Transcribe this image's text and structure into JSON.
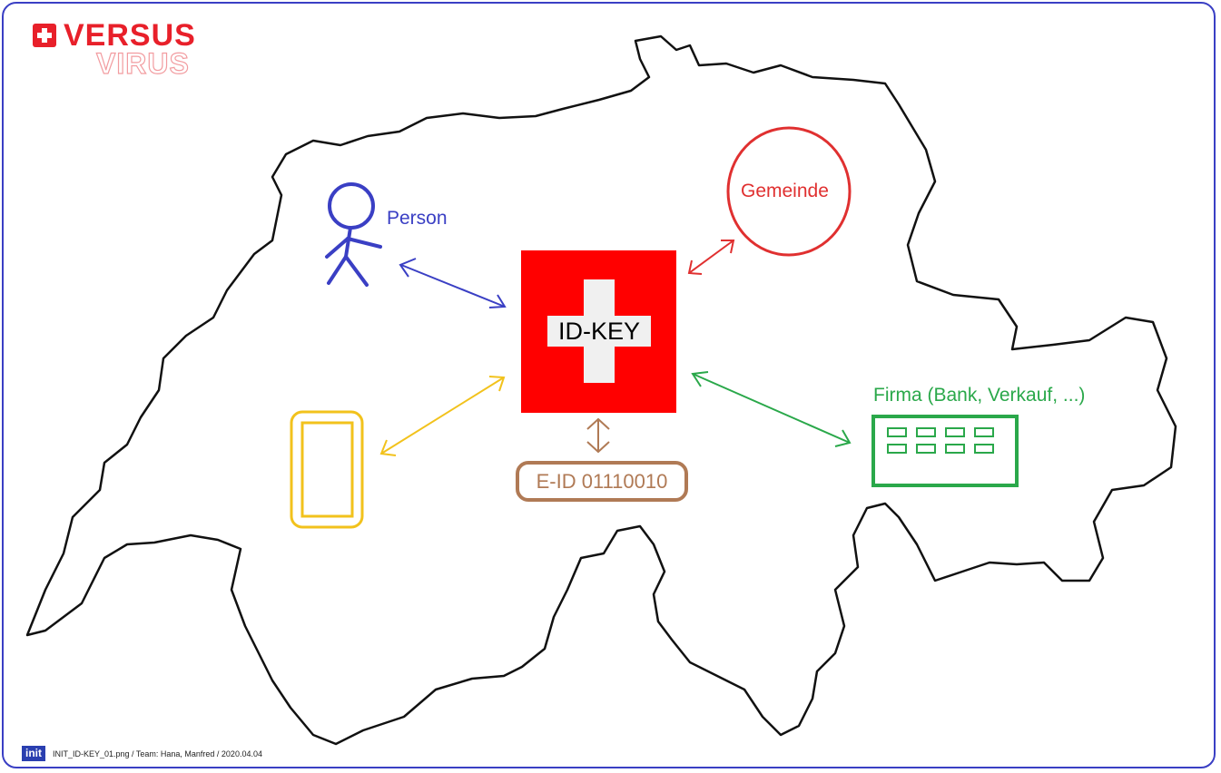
{
  "logo": {
    "versus": "VERSUS",
    "virus": "VIRUS"
  },
  "nodes": {
    "person": "Person",
    "gemeinde": "Gemeinde",
    "idkey": "ID-KEY",
    "eid": "E-ID 01110010",
    "firma": "Firma (Bank, Verkauf, ...)"
  },
  "footer": {
    "logo_text": "init",
    "caption": "INIT_ID-KEY_01.png / Team: Hana, Manfred / 2020.04.04"
  },
  "colors": {
    "frame": "#3a3fc4",
    "person": "#3a3fc4",
    "gemeinde": "#e03030",
    "idkey": "#ff0000",
    "phone": "#f2c21c",
    "eid": "#b07a55",
    "firma": "#2aa84a"
  }
}
